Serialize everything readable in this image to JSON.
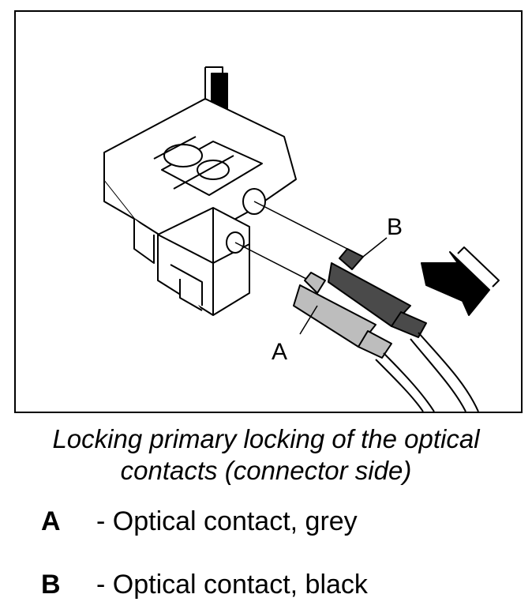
{
  "figure": {
    "label_a": "A",
    "label_b": "B",
    "colors": {
      "contact_a": "#bdbdbd",
      "contact_b": "#4a4a4a",
      "outline": "#000000"
    }
  },
  "caption": {
    "line1": "Locking primary locking of the optical",
    "line2": "contacts (connector side)"
  },
  "legend": [
    {
      "key": "A",
      "text": "- Optical contact, grey"
    },
    {
      "key": "B",
      "text": "- Optical contact, black"
    }
  ]
}
